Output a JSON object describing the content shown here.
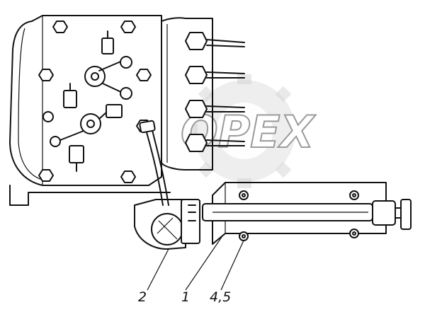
{
  "watermark": {
    "text": "OPEX"
  },
  "callouts": [
    {
      "id": "part-2",
      "label": "2"
    },
    {
      "id": "part-1",
      "label": "1"
    },
    {
      "id": "part-4-5",
      "label": "4,5"
    }
  ]
}
